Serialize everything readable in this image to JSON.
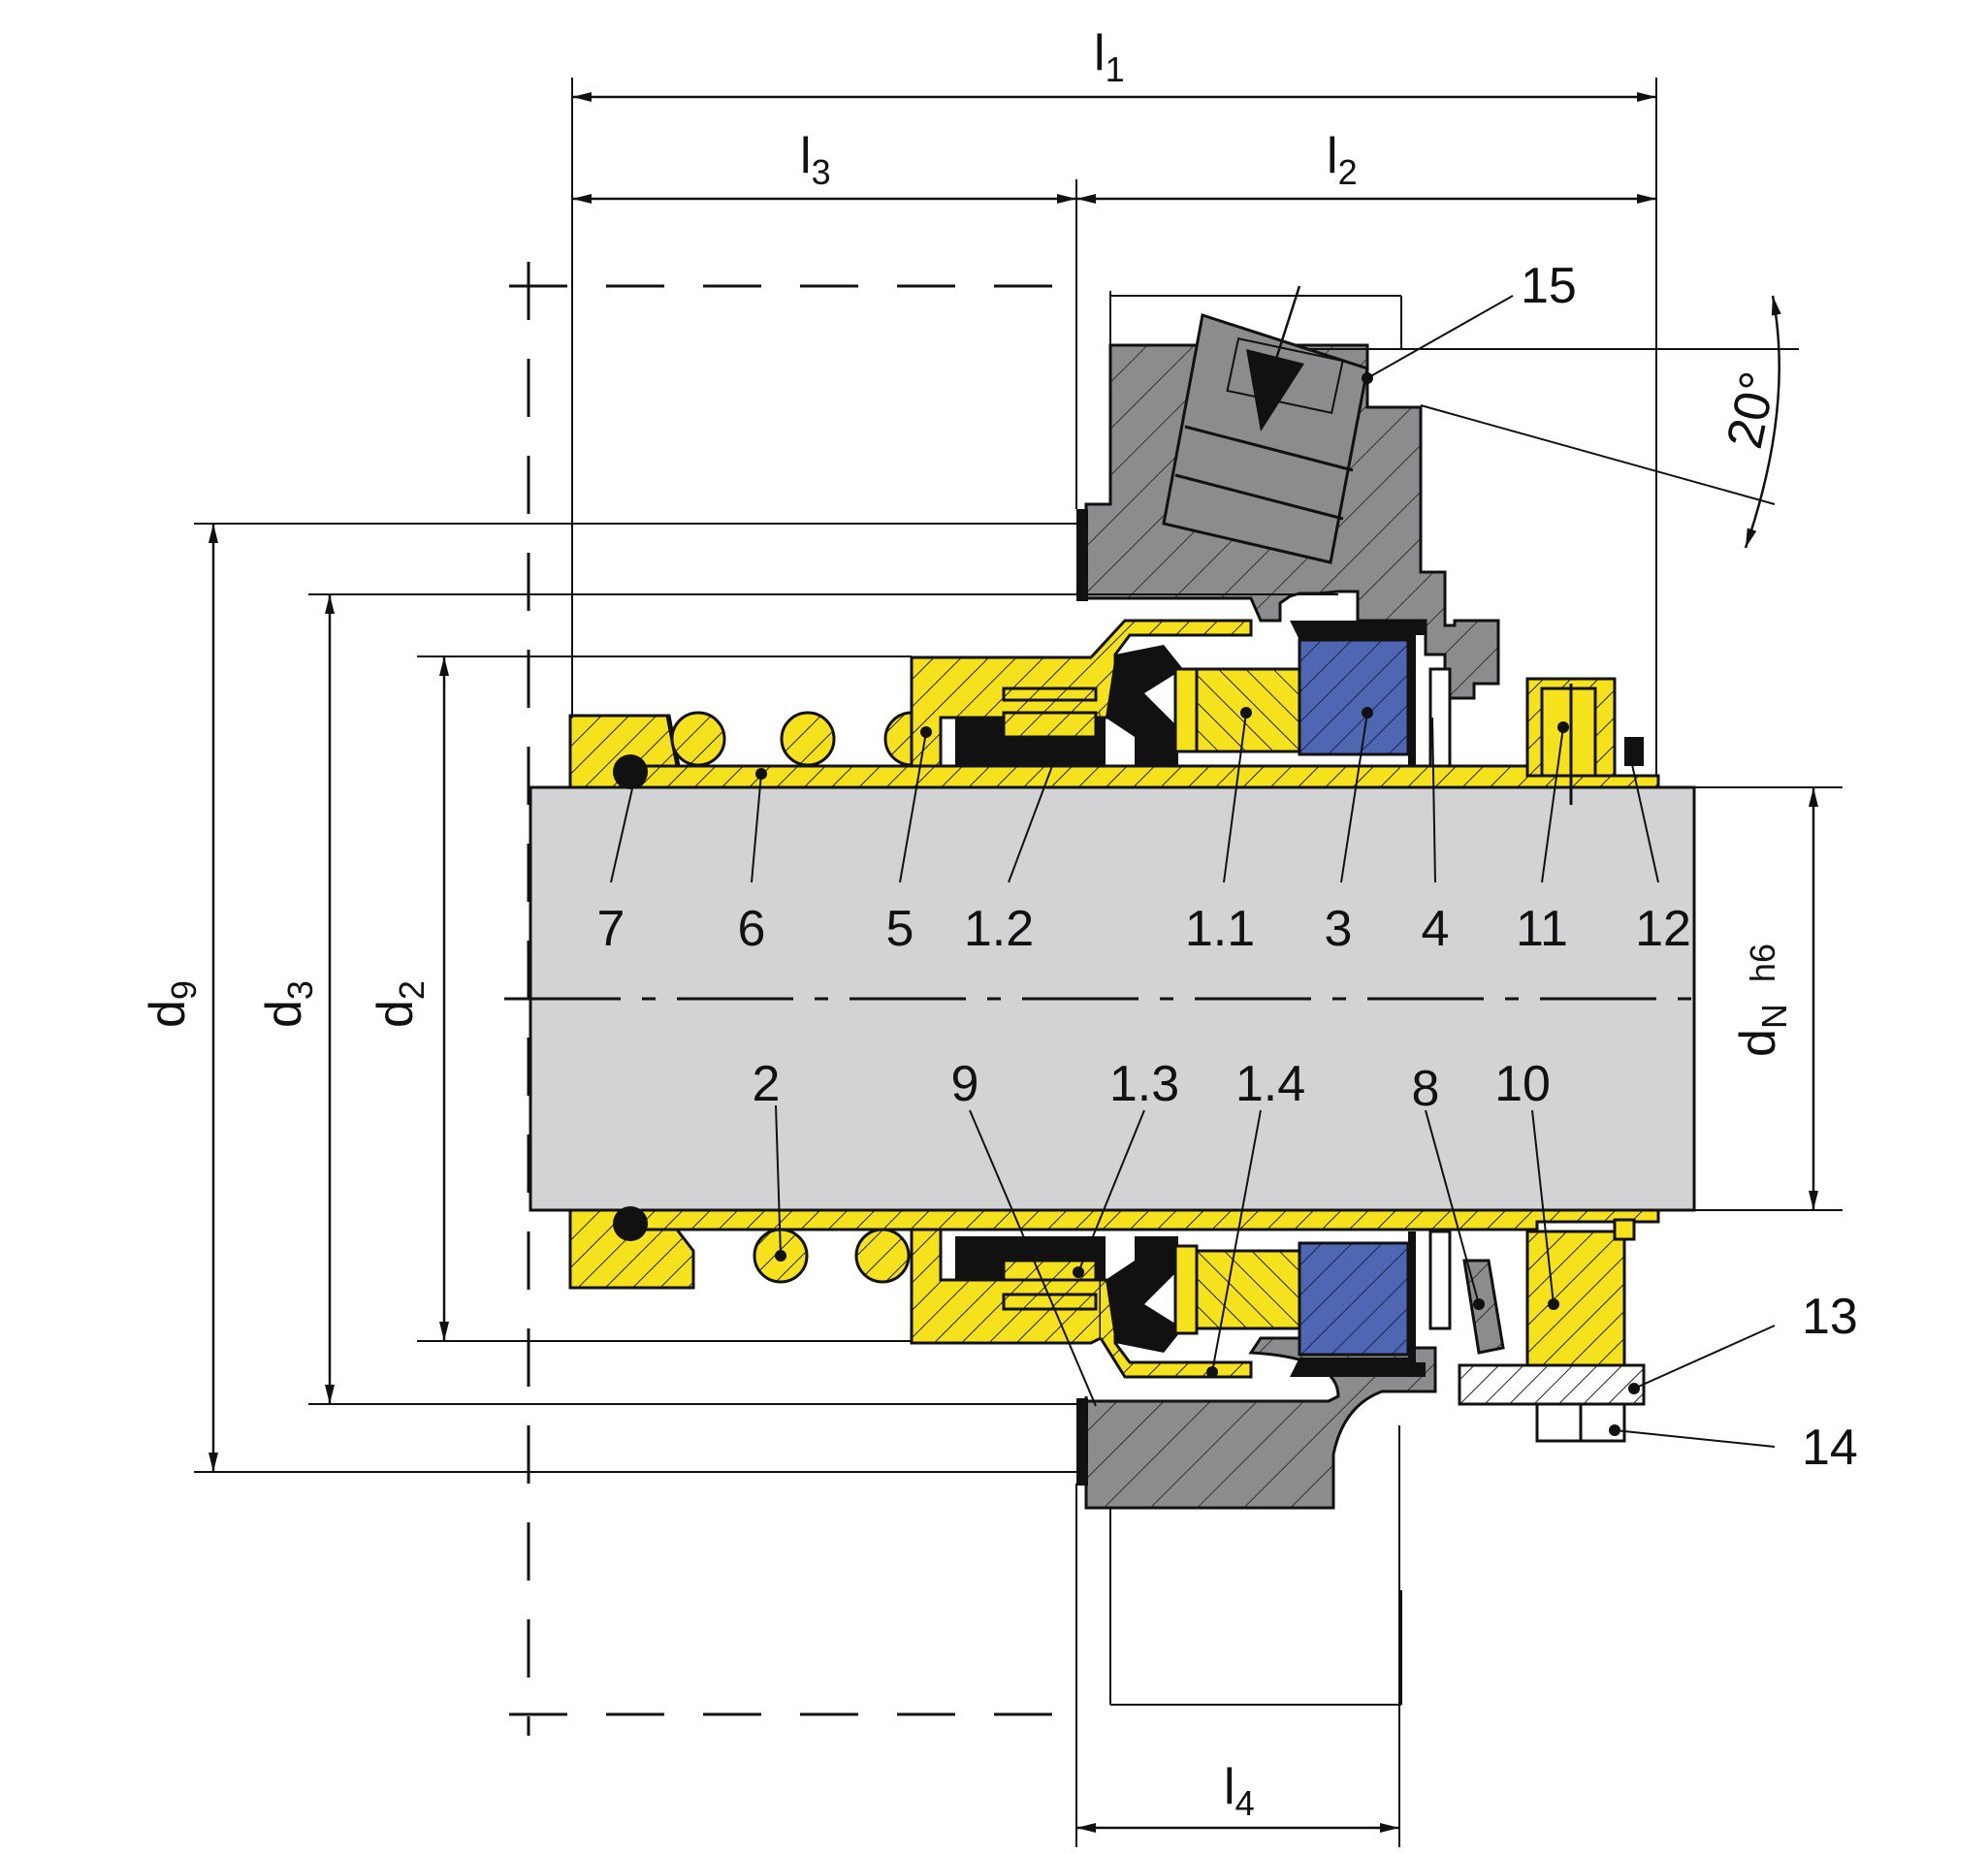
{
  "colors": {
    "shaft": "#d3d3d5",
    "housing": "#8c8c8e",
    "brass": "#f5e21c",
    "brass_dark": "#f0c419",
    "stationary_seat": "#4f67b3",
    "elastomer": "#111111",
    "stroke": "#111111",
    "background": "#ffffff"
  },
  "dimensions": {
    "l1": {
      "main": "l",
      "sub": "1"
    },
    "l2": {
      "main": "l",
      "sub": "2"
    },
    "l3": {
      "main": "l",
      "sub": "3"
    },
    "l4": {
      "main": "l",
      "sub": "4"
    },
    "d9": {
      "main": "d",
      "sub": "9"
    },
    "d3": {
      "main": "d",
      "sub": "3"
    },
    "d2": {
      "main": "d",
      "sub": "2"
    },
    "dN": {
      "main": "d",
      "sub": "N",
      "tol": "h6"
    },
    "angle": "20°"
  },
  "parts_top": [
    "7",
    "6",
    "5",
    "1.2",
    "1.1",
    "3",
    "4",
    "11",
    "12"
  ],
  "parts_bottom": [
    "2",
    "9",
    "1.3",
    "1.4",
    "8",
    "10"
  ],
  "parts_right": [
    "13",
    "14",
    "15"
  ],
  "icons": [
    "hatch-pattern",
    "dimension-arrow",
    "leader-dot"
  ]
}
